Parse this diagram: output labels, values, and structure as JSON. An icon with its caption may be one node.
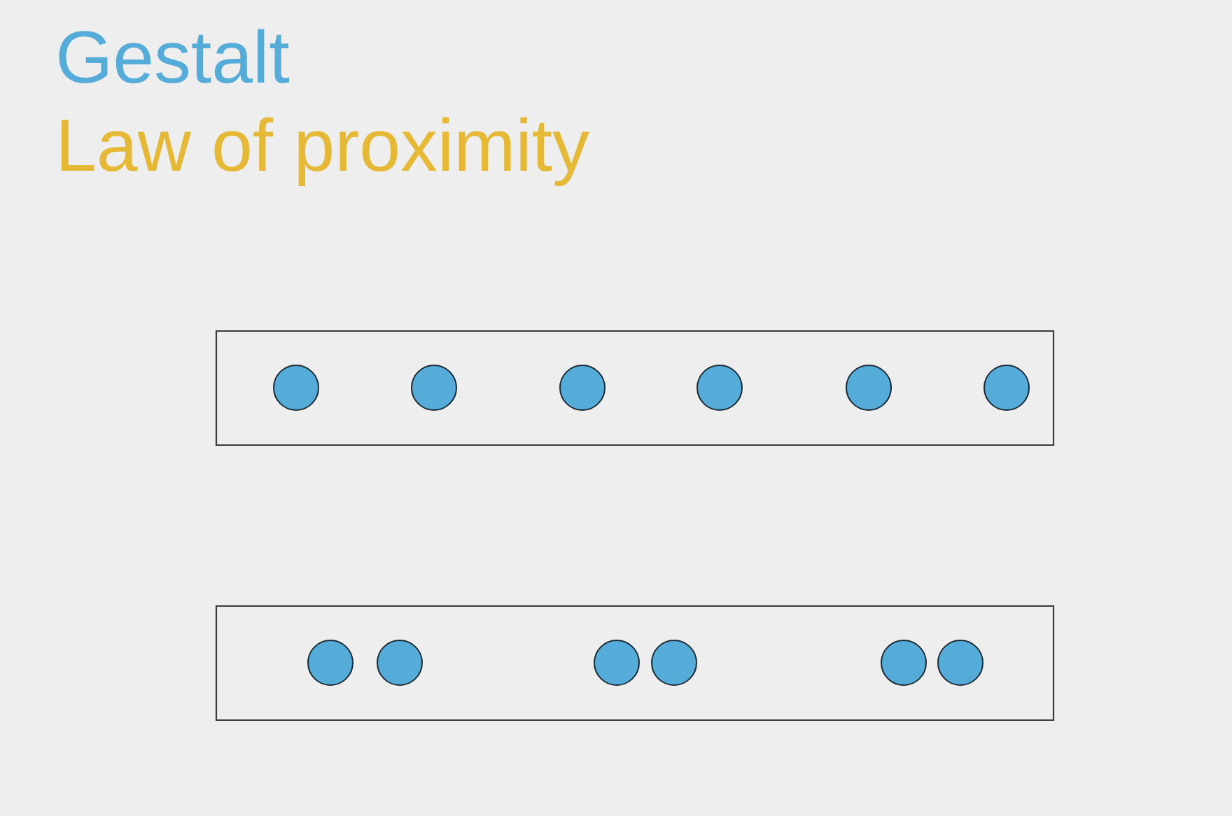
{
  "diagram": {
    "title": "Gestalt",
    "nodes": [
      {
        "text": [],
        "shape": "box"
      },
      {
        "text": [],
        "shape": "circle",
        "in": 0
      },
      {
        "text": [],
        "shape": "circle",
        "in": 0
      },
      {
        "text": [],
        "shape": "circle",
        "in": 0
      },
      {
        "text": [],
        "shape": "circle",
        "in": 0
      },
      {
        "text": [],
        "shape": "circle",
        "in": 0
      },
      {
        "text": [],
        "shape": "circle",
        "in": 0
      },
      {
        "text": [],
        "shape": "box"
      },
      {
        "text": [],
        "shape": "circle",
        "in": 7
      },
      {
        "text": [],
        "shape": "circle",
        "in": 7
      },
      {
        "text": [],
        "shape": "circle",
        "in": 7
      },
      {
        "text": [],
        "shape": "circle",
        "in": 7
      },
      {
        "text": [],
        "shape": "circle",
        "in": 7
      },
      {
        "text": [],
        "shape": "circle",
        "in": 7
      }
    ],
    "labels": [
      "Law of proximity"
    ]
  }
}
